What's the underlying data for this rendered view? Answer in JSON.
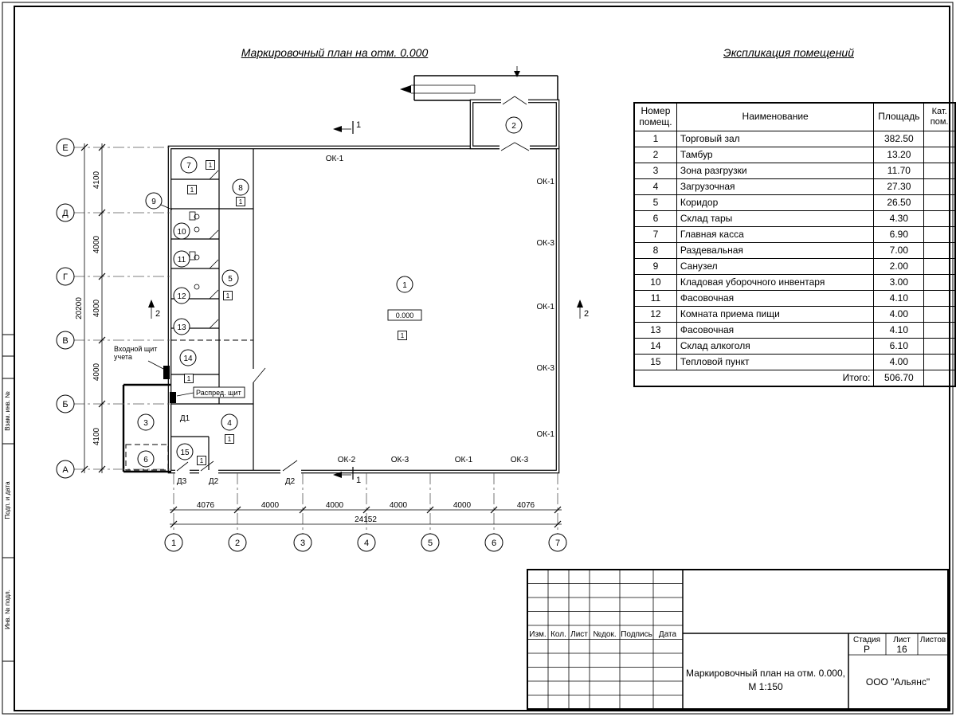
{
  "titles": {
    "plan": "Маркировочный план на отм. 0.000",
    "explication": "Экспликация помещений"
  },
  "explication": {
    "headers": {
      "num": "Номер помещ.",
      "name": "Наименование",
      "area": "Площадь",
      "cat": "Кат. пом."
    },
    "rows": [
      {
        "num": "1",
        "name": "Торговый зал",
        "area": "382.50"
      },
      {
        "num": "2",
        "name": "Тамбур",
        "area": "13.20"
      },
      {
        "num": "3",
        "name": "Зона разгрузки",
        "area": "11.70"
      },
      {
        "num": "4",
        "name": "Загрузочная",
        "area": "27.30"
      },
      {
        "num": "5",
        "name": "Коридор",
        "area": "26.50"
      },
      {
        "num": "6",
        "name": "Склад тары",
        "area": "4.30"
      },
      {
        "num": "7",
        "name": "Главная касса",
        "area": "6.90"
      },
      {
        "num": "8",
        "name": "Раздевальная",
        "area": "7.00"
      },
      {
        "num": "9",
        "name": "Санузел",
        "area": "2.00"
      },
      {
        "num": "10",
        "name": "Кладовая уборочного инвентаря",
        "area": "3.00"
      },
      {
        "num": "11",
        "name": "Фасовочная",
        "area": "4.10"
      },
      {
        "num": "12",
        "name": "Комната приема пищи",
        "area": "4.00"
      },
      {
        "num": "13",
        "name": "Фасовочная",
        "area": "4.10"
      },
      {
        "num": "14",
        "name": "Склад алкоголя",
        "area": "6.10"
      },
      {
        "num": "15",
        "name": "Тепловой пункт",
        "area": "4.00"
      }
    ],
    "total_label": "Итого:",
    "total_value": "506.70"
  },
  "plan": {
    "grid_rows": [
      "Е",
      "Д",
      "Г",
      "В",
      "Б",
      "А"
    ],
    "grid_cols": [
      "1",
      "2",
      "3",
      "4",
      "5",
      "6",
      "7"
    ],
    "dims_v": [
      "4100",
      "4000",
      "4000",
      "4000",
      "4100"
    ],
    "dims_v_total": "20200",
    "dims_h": [
      "4076",
      "4000",
      "4000",
      "4000",
      "4000",
      "4076"
    ],
    "dims_h_total": "24152",
    "windows_top": "ОК-1",
    "windows_right": [
      "ОК-1",
      "ОК-3",
      "ОК-1",
      "ОК-3",
      "ОК-1"
    ],
    "windows_bottom": [
      "ОК-2",
      "ОК-3",
      "ОК-1",
      "ОК-3"
    ],
    "room_numbers": [
      "1",
      "2",
      "3",
      "4",
      "5",
      "6",
      "7",
      "8",
      "9",
      "10",
      "11",
      "12",
      "13",
      "14",
      "15"
    ],
    "unit_marker": "1",
    "elevation": "0.000",
    "section_cut_1": "1",
    "section_cut_2": "2",
    "door_labels": [
      "Д1",
      "Д3",
      "Д2",
      "Д2"
    ],
    "notes": {
      "meter_line1": "Входной щит",
      "meter_line2": "учета",
      "distribution": "Распред. щит"
    }
  },
  "titleblock": {
    "cols": [
      "Изм.",
      "Кол.",
      "Лист",
      "№док.",
      "Подпись",
      "Дата"
    ],
    "doc_line1": "Маркировочный план на отм. 0.000,",
    "doc_line2": "М 1:150",
    "stage_label": "Стадия",
    "sheet_label": "Лист",
    "sheets_label": "Листов",
    "stage": "Р",
    "sheet": "16",
    "company": "ООО \"Альянс\""
  },
  "frame": {
    "side_labels": [
      "Взам. инв. №",
      "Подп. и дата",
      "Инв. № подл."
    ]
  }
}
